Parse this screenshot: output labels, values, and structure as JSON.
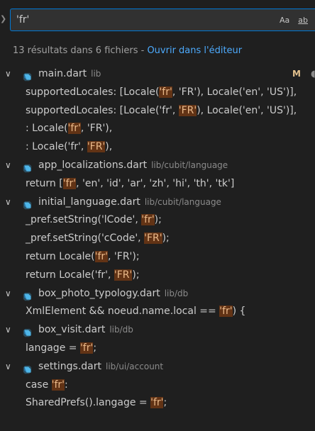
{
  "search": {
    "value": "'fr'",
    "match_case_label": "Aa",
    "whole_word_label": "ab"
  },
  "summary": {
    "text": "13 résultats dans 6 fichiers - ",
    "link": "Ouvrir dans l'éditeur"
  },
  "icons": {
    "toggle": "chevron-right-icon",
    "expanded": "chevron-down-icon",
    "file": "dart-icon"
  },
  "colors": {
    "accent": "#0078d4",
    "link": "#4daafc",
    "highlight_bg": "#623315",
    "modified_badge": "#e2c08d"
  },
  "files": [
    {
      "name": "main.dart",
      "path": "lib",
      "badge": "M",
      "matches": [
        {
          "pre": "supportedLocales: [Locale(",
          "hit": "'fr'",
          "post": ", 'FR'), Locale('en', 'US')],"
        },
        {
          "pre": "supportedLocales: [Locale('fr', ",
          "hit": "'FR'",
          "post": "), Locale('en', 'US')],"
        },
        {
          "pre": ": Locale(",
          "hit": "'fr'",
          "post": ", 'FR'),"
        },
        {
          "pre": ": Locale('fr', ",
          "hit": "'FR'",
          "post": "),"
        }
      ]
    },
    {
      "name": "app_localizations.dart",
      "path": "lib/cubit/language",
      "badge": "",
      "matches": [
        {
          "pre": "return [",
          "hit": "'fr'",
          "post": ", 'en', 'id', 'ar', 'zh', 'hi', 'th', 'tk']"
        }
      ]
    },
    {
      "name": "initial_language.dart",
      "path": "lib/cubit/language",
      "badge": "",
      "matches": [
        {
          "pre": "_pref.setString('lCode', ",
          "hit": "'fr'",
          "post": ");"
        },
        {
          "pre": "_pref.setString('cCode', ",
          "hit": "'FR'",
          "post": ");"
        },
        {
          "pre": "return Locale(",
          "hit": "'fr'",
          "post": ", 'FR');"
        },
        {
          "pre": "return Locale('fr', ",
          "hit": "'FR'",
          "post": ");"
        }
      ]
    },
    {
      "name": "box_photo_typology.dart",
      "path": "lib/db",
      "badge": "",
      "matches": [
        {
          "pre": "XmlElement && noeud.name.local == ",
          "hit": "'fr'",
          "post": ") {"
        }
      ]
    },
    {
      "name": "box_visit.dart",
      "path": "lib/db",
      "badge": "",
      "matches": [
        {
          "pre": "langage = ",
          "hit": "'fr'",
          "post": ";"
        }
      ]
    },
    {
      "name": "settings.dart",
      "path": "lib/ui/account",
      "badge": "",
      "matches": [
        {
          "pre": "case ",
          "hit": "'fr'",
          "post": ":"
        },
        {
          "pre": "SharedPrefs().langage = ",
          "hit": "'fr'",
          "post": ";"
        }
      ]
    }
  ]
}
